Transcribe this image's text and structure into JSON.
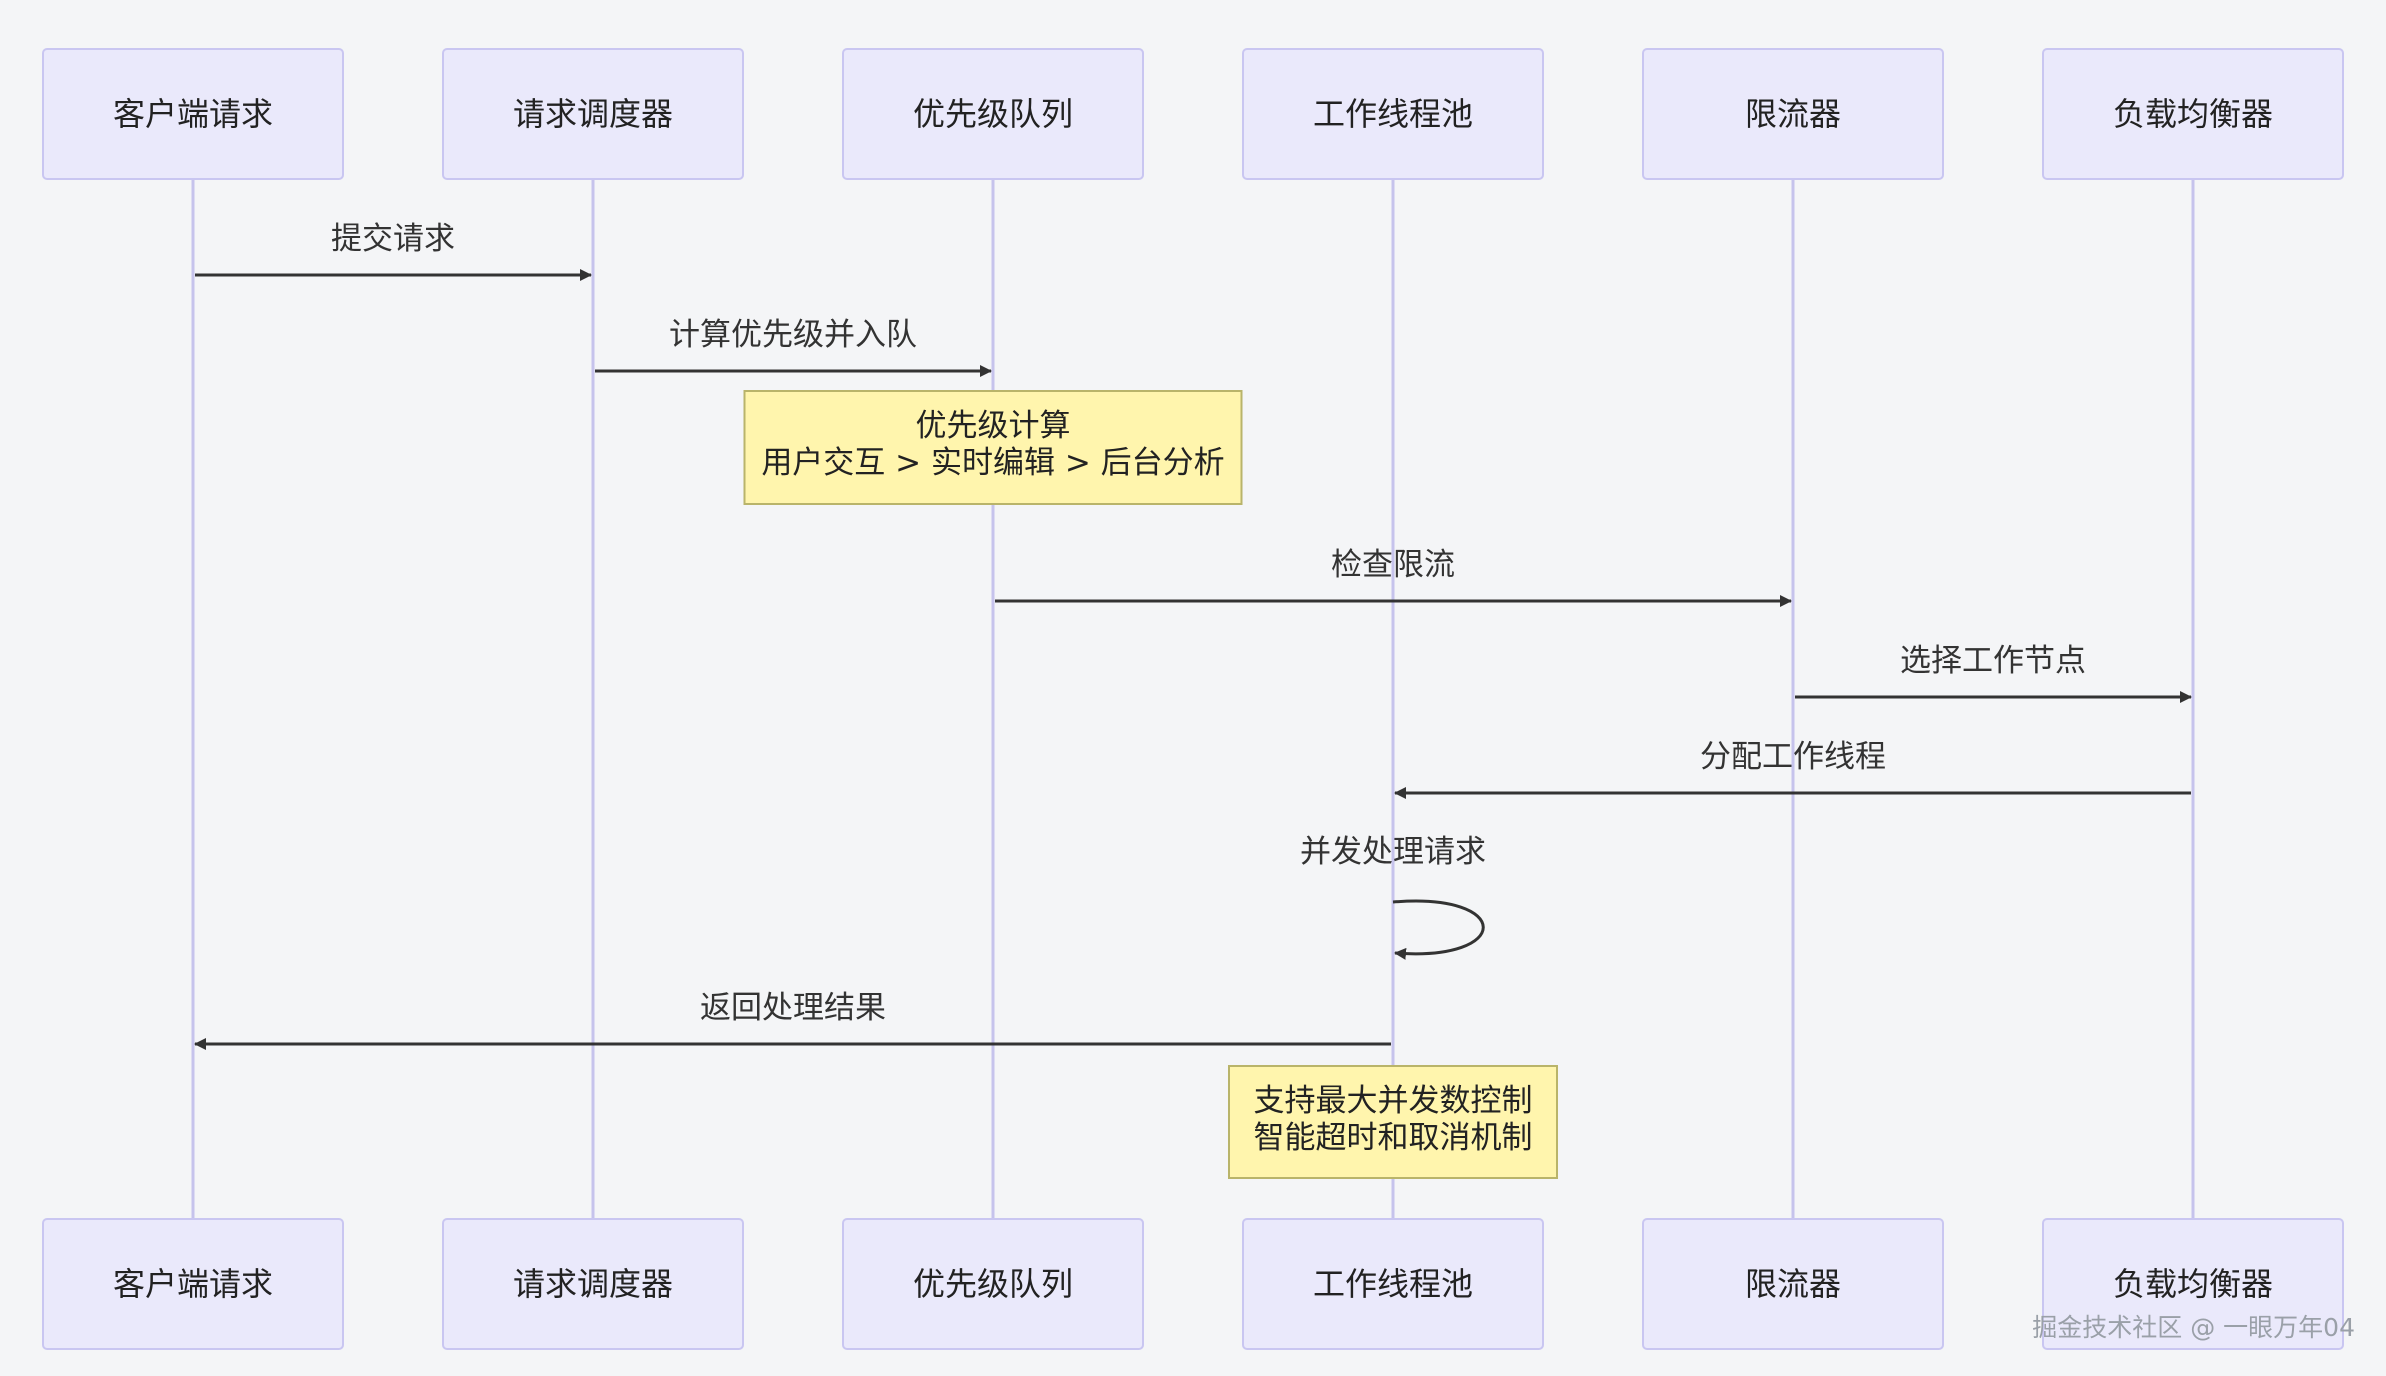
{
  "actors": [
    {
      "id": "client",
      "label": "客户端请求"
    },
    {
      "id": "scheduler",
      "label": "请求调度器"
    },
    {
      "id": "queue",
      "label": "优先级队列"
    },
    {
      "id": "pool",
      "label": "工作线程池"
    },
    {
      "id": "limiter",
      "label": "限流器"
    },
    {
      "id": "balancer",
      "label": "负载均衡器"
    }
  ],
  "messages": [
    {
      "from": "client",
      "to": "scheduler",
      "label": "提交请求"
    },
    {
      "from": "scheduler",
      "to": "queue",
      "label": "计算优先级并入队"
    },
    {
      "from": "queue",
      "to": "limiter",
      "label": "检查限流"
    },
    {
      "from": "limiter",
      "to": "balancer",
      "label": "选择工作节点"
    },
    {
      "from": "balancer",
      "to": "pool",
      "label": "分配工作线程"
    },
    {
      "from": "pool",
      "to": "pool",
      "label": "并发处理请求"
    },
    {
      "from": "pool",
      "to": "client",
      "label": "返回处理结果"
    }
  ],
  "notes": [
    {
      "over": "queue",
      "lines": [
        "优先级计算",
        "用户交互 > 实时编辑 > 后台分析"
      ]
    },
    {
      "over": "pool",
      "lines": [
        "支持最大并发数控制",
        "智能超时和取消机制"
      ]
    }
  ],
  "watermark": "掘金技术社区 @ 一眼万年04",
  "colors": {
    "background": "#f4f5f7",
    "actor_fill": "#eae9fb",
    "actor_stroke": "#c9c6f1",
    "lifeline": "#c6c3ec",
    "note_fill": "#fff5ad",
    "note_stroke": "#b9b46a",
    "arrow": "#333333"
  }
}
